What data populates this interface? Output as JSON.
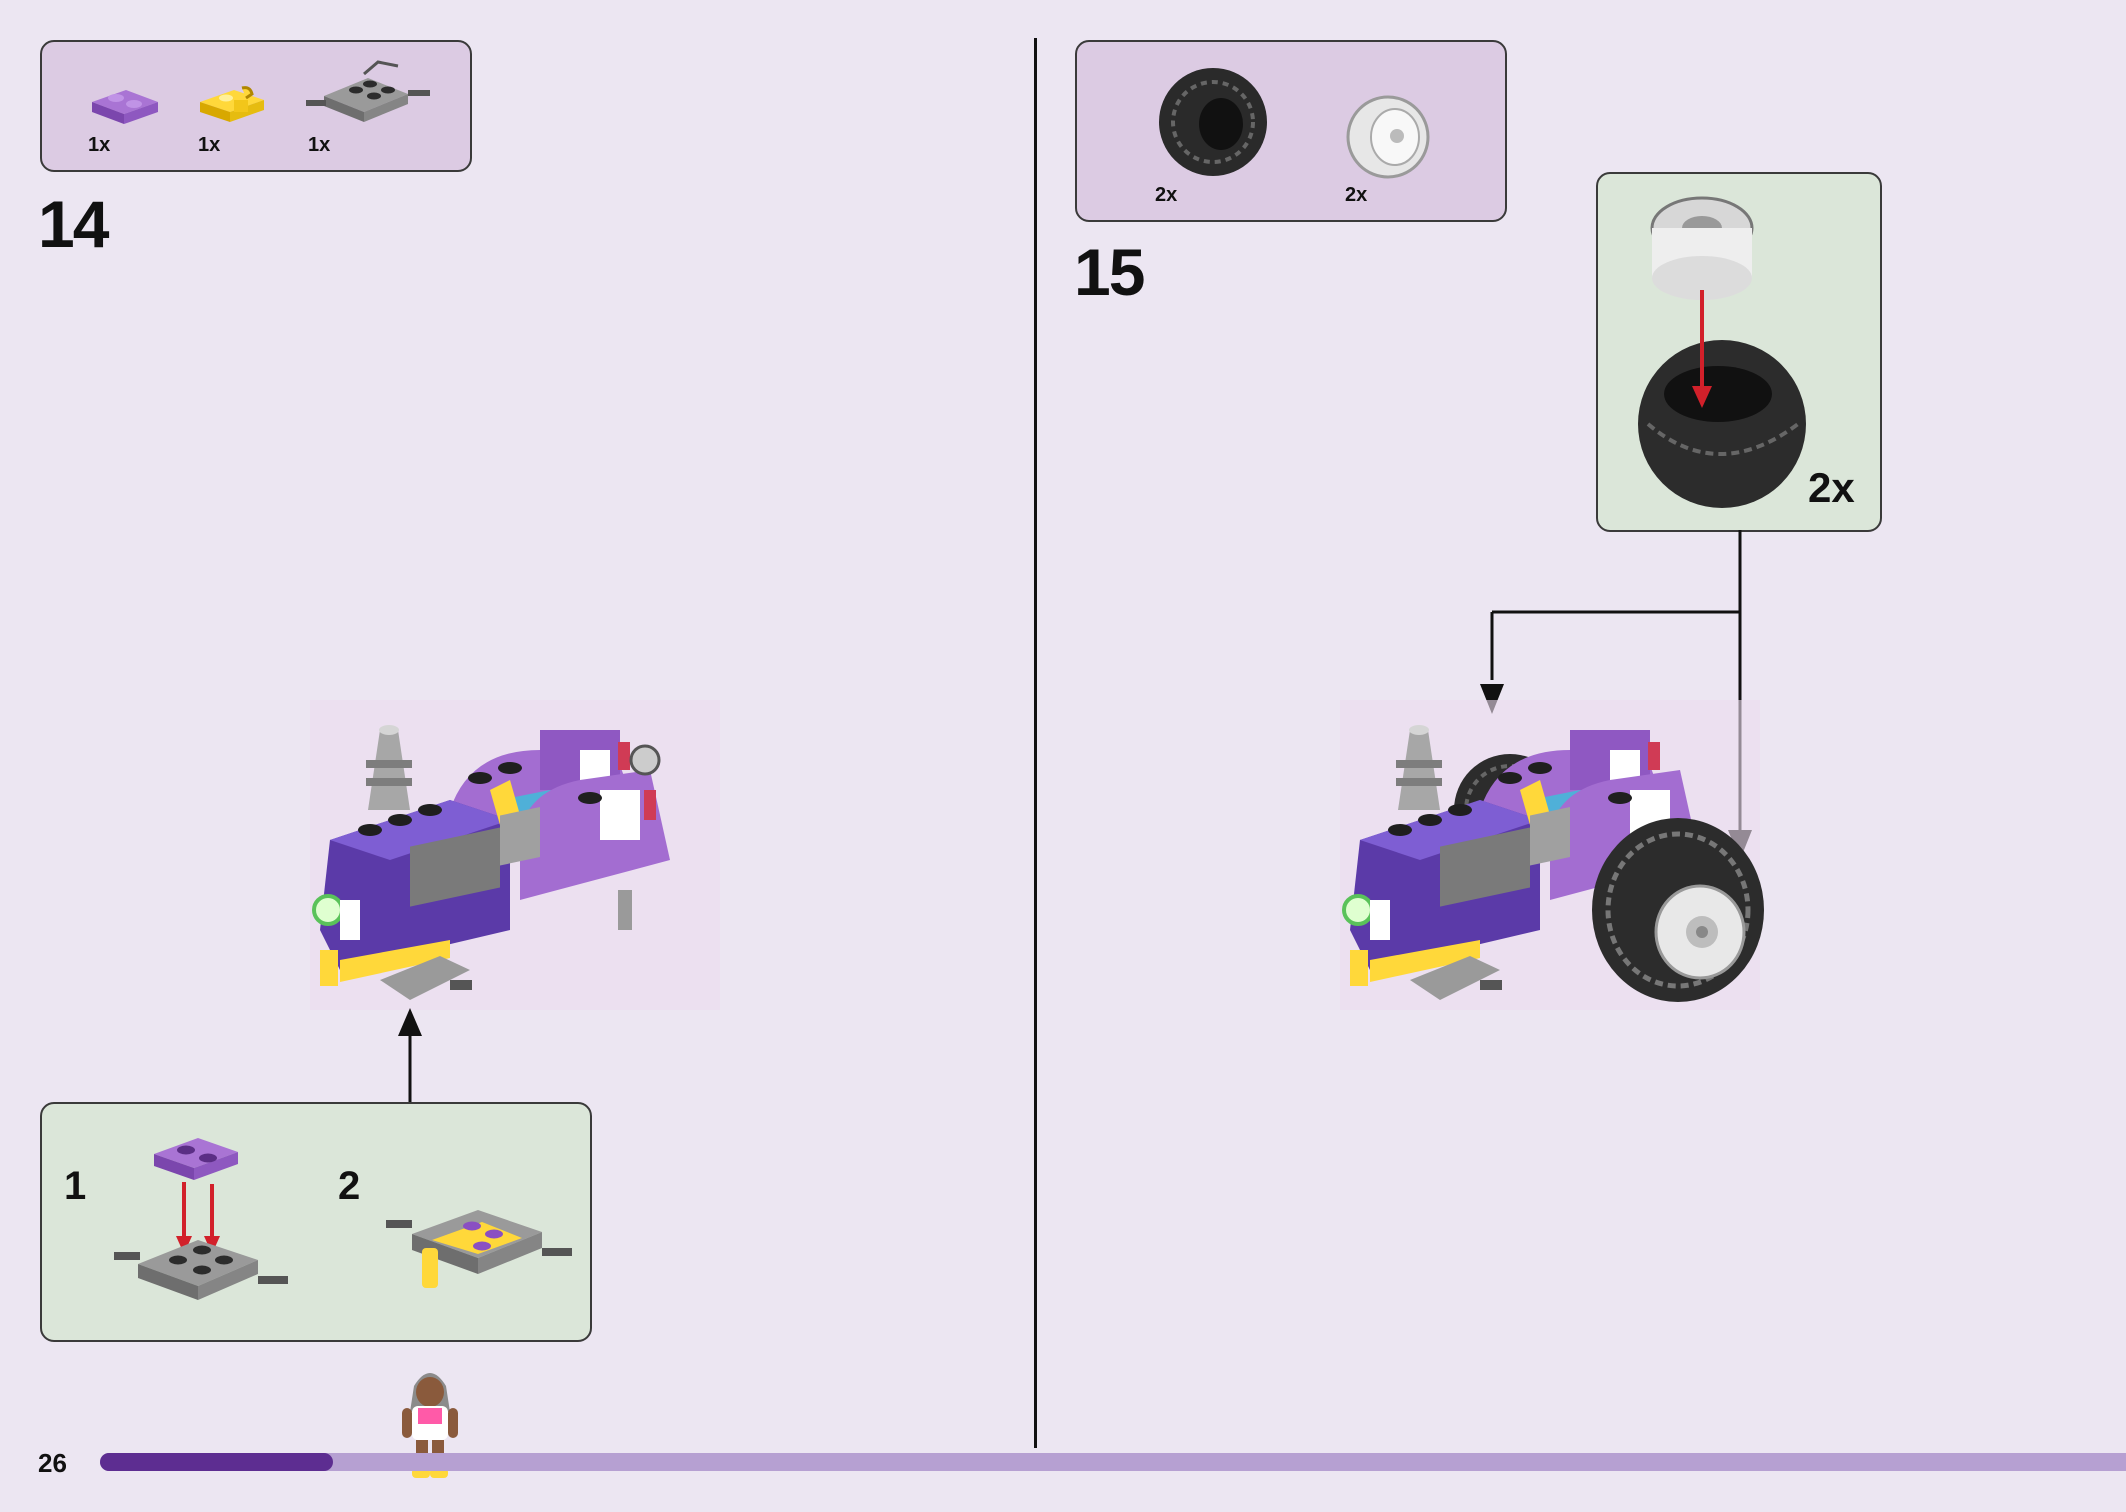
{
  "left_step": {
    "number": "14",
    "parts": [
      {
        "qty": "1x",
        "icon": "purple-plate-1x2"
      },
      {
        "qty": "1x",
        "icon": "yellow-clip-plate"
      },
      {
        "qty": "1x",
        "icon": "gray-axle-plate"
      }
    ],
    "substeps": [
      {
        "number": "1"
      },
      {
        "number": "2"
      }
    ]
  },
  "right_step": {
    "number": "15",
    "parts": [
      {
        "qty": "2x",
        "icon": "black-tire"
      },
      {
        "qty": "2x",
        "icon": "white-rim"
      }
    ],
    "callout_multiplier": "2x"
  },
  "footer": {
    "page_number": "26",
    "progress": 0.115
  },
  "colors": {
    "background": "#ece6f2",
    "parts_box": "#dccbe3",
    "sub_box": "#dbe6d9",
    "progress_fill": "#5d2d91",
    "progress_track": "#b6a0d2",
    "arrow_red": "#d2202a"
  }
}
